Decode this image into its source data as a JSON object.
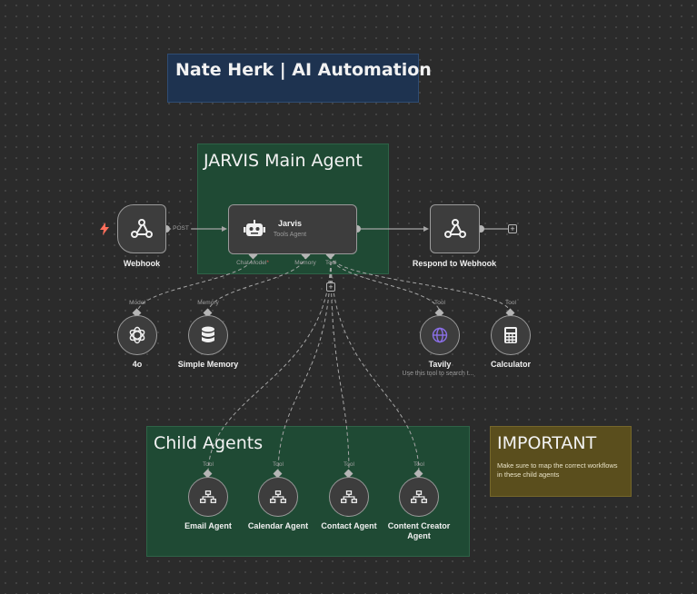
{
  "sticky_notes": {
    "title": "Nate Herk | AI Automation",
    "main_agent": "JARVIS Main Agent",
    "child_agents": "Child Agents",
    "important": {
      "title": "IMPORTANT",
      "body": "Make sure to map the correct workflows in these child agents"
    }
  },
  "nodes": {
    "webhook": {
      "label": "Webhook",
      "output": "POST",
      "icon": "webhook-icon"
    },
    "jarvis": {
      "title": "Jarvis",
      "subtitle": "Tools Agent",
      "icon": "robot-icon",
      "ports": {
        "chat_model": "Chat Model",
        "memory": "Memory",
        "tool": "Tool"
      }
    },
    "respond": {
      "label": "Respond to Webhook",
      "icon": "webhook-icon"
    },
    "model_4o": {
      "label": "4o",
      "port": "Model",
      "icon": "openai-icon"
    },
    "simple_memory": {
      "label": "Simple Memory",
      "port": "Memory",
      "icon": "database-icon"
    },
    "tavily": {
      "label": "Tavily",
      "subtitle": "Use this tool to search t...",
      "port": "Tool",
      "icon": "globe-icon"
    },
    "calculator": {
      "label": "Calculator",
      "port": "Tool",
      "icon": "calculator-icon"
    },
    "email_agent": {
      "label": "Email Agent",
      "port": "Tool",
      "icon": "sitemap-icon"
    },
    "calendar_agent": {
      "label": "Calendar Agent",
      "port": "Tool",
      "icon": "sitemap-icon"
    },
    "contact_agent": {
      "label": "Contact Agent",
      "port": "Tool",
      "icon": "sitemap-icon"
    },
    "content_creator": {
      "label_line1": "Content Creator",
      "label_line2": "Agent",
      "port": "Tool",
      "icon": "sitemap-icon"
    }
  },
  "colors": {
    "canvas": "#2b2b2b",
    "node_fill": "#3d3d3d",
    "node_border": "#9a9a9a",
    "trigger_bolt": "#ff6d5a",
    "title_note": "#1e3350",
    "group_note": "#1f4a34",
    "important_note": "#5a4e1d",
    "tavily_accent": "#8b6fe8"
  }
}
